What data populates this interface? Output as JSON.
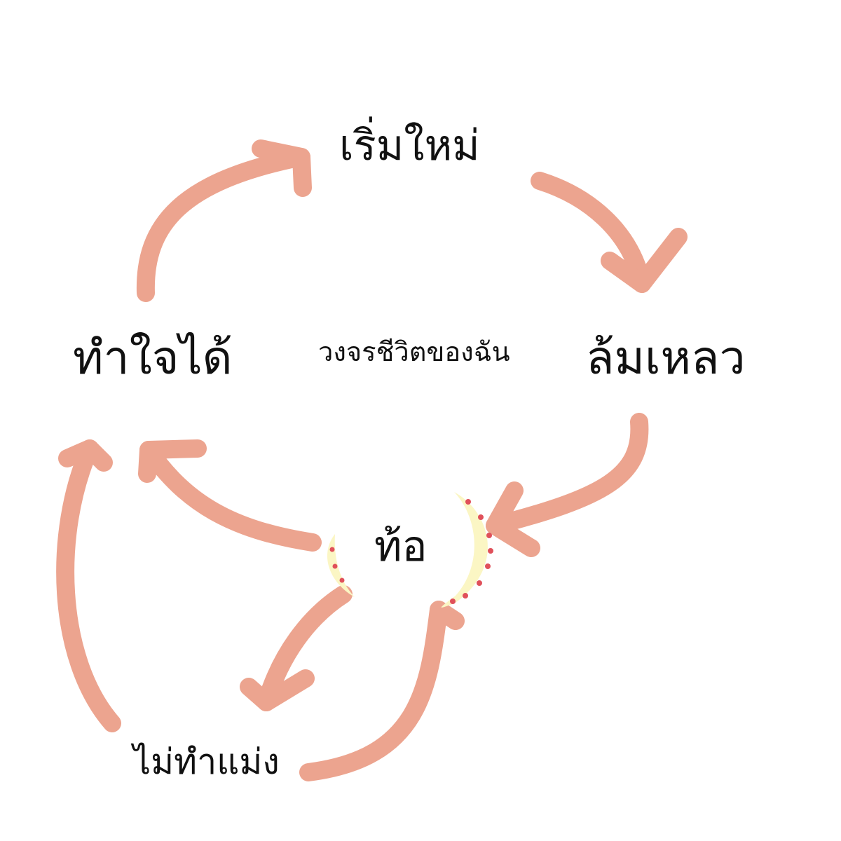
{
  "diagram": {
    "center_label": "วงจรชีวิตของฉัน",
    "nodes": {
      "restart": "เริ่มใหม่",
      "fail": "ล้มเหลว",
      "discouraged": "ท้อ",
      "give_up": "ไม่ทำแม่ง",
      "accept": "ทำใจได้"
    },
    "edges": [
      {
        "from": "accept",
        "to": "restart"
      },
      {
        "from": "restart",
        "to": "fail"
      },
      {
        "from": "fail",
        "to": "discouraged"
      },
      {
        "from": "discouraged",
        "to": "accept"
      },
      {
        "from": "discouraged",
        "to": "give_up"
      },
      {
        "from": "give_up",
        "to": "discouraged"
      },
      {
        "from": "give_up",
        "to": "accept"
      }
    ]
  },
  "colors": {
    "arrow": "#eca48f",
    "moon_fill": "#fbf6c4",
    "moon_dots": "#e0505a",
    "text": "#111111",
    "background": "#ffffff"
  }
}
